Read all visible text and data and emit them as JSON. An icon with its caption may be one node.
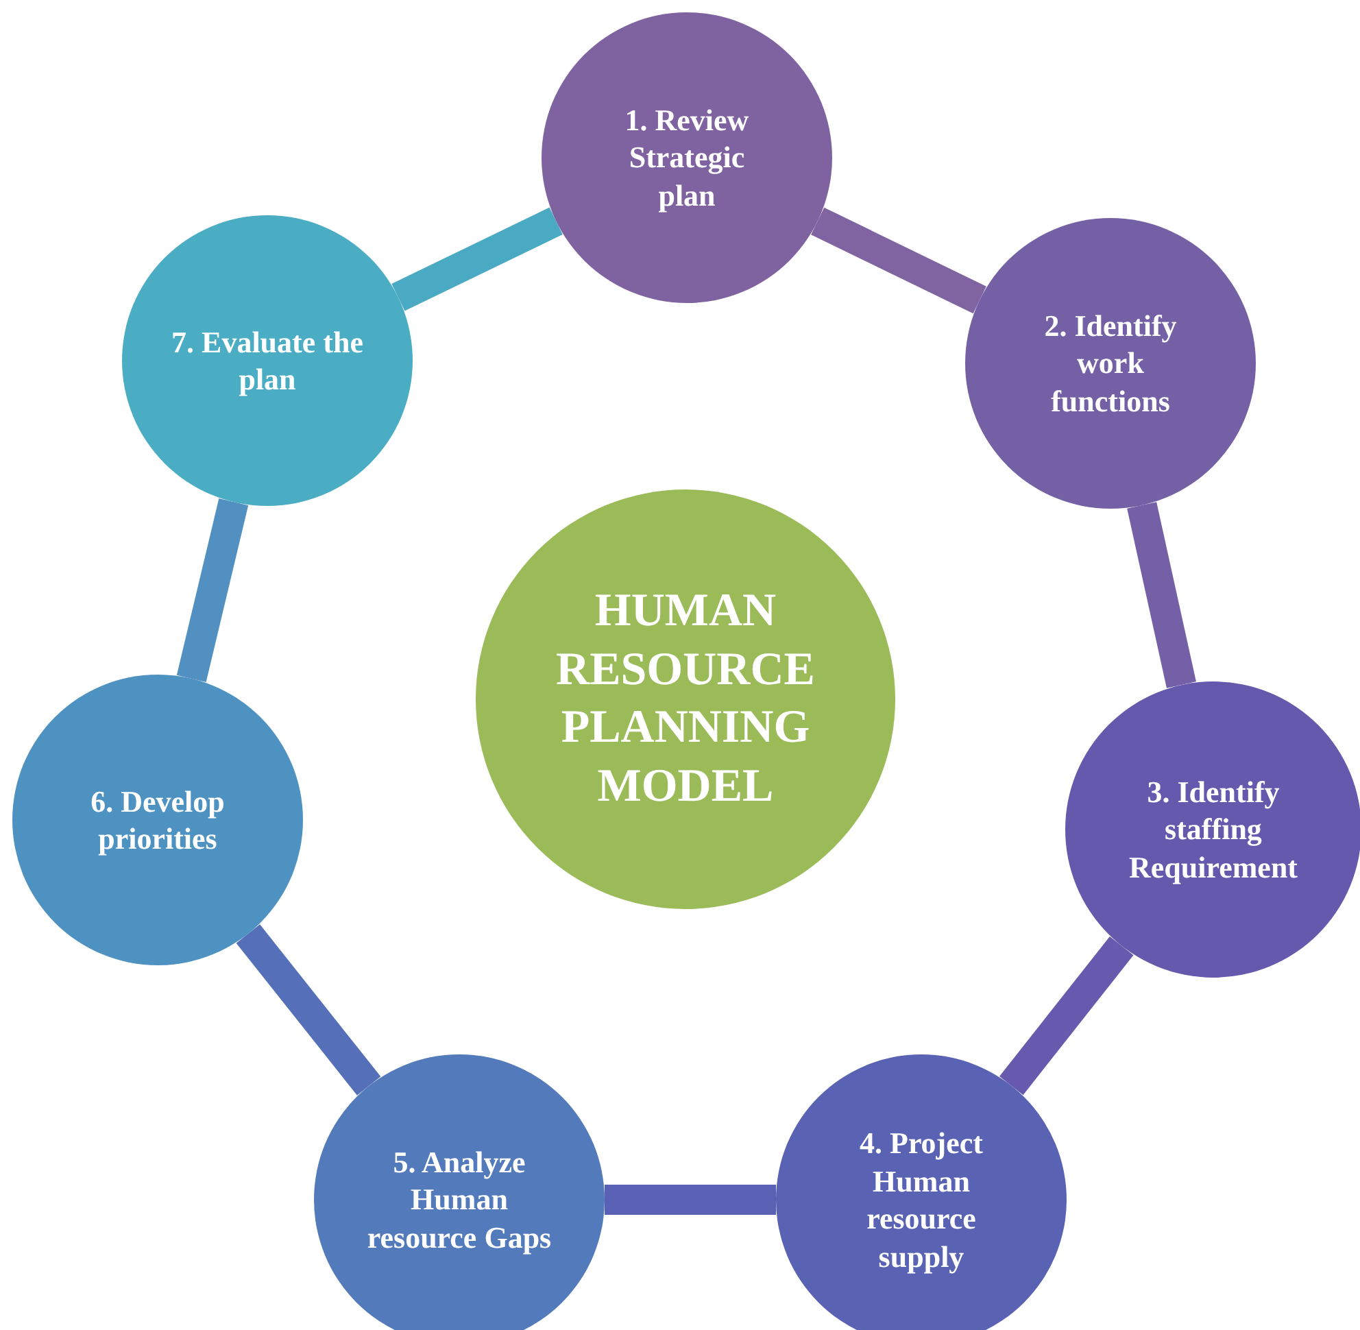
{
  "diagram": {
    "nodes": [
      {
        "text": [
          "1. Review Strategic plan"
        ]
      },
      {
        "text": [
          "2. Identify work functions"
        ]
      },
      {
        "text": [
          "3. Identify staffing Requirement"
        ]
      },
      {
        "text": [
          "4. Project Human resource supply"
        ]
      },
      {
        "text": [
          "5. Analyze Human resource Gaps"
        ]
      },
      {
        "text": [
          "6. Develop priorities"
        ]
      },
      {
        "text": [
          "7. Evaluate the plan"
        ]
      },
      {
        "text": [
          "HUMAN RESOURCE PLANNING MODEL"
        ]
      }
    ],
    "edges": [
      {
        "from": 0,
        "to": 1,
        "arrow": "none",
        "color": "#8064a2"
      },
      {
        "from": 1,
        "to": 2,
        "arrow": "none",
        "color": "#7460a6"
      },
      {
        "from": 2,
        "to": 3,
        "arrow": "none",
        "color": "#675aae"
      },
      {
        "from": 3,
        "to": 4,
        "arrow": "none",
        "color": "#5a60b4"
      },
      {
        "from": 4,
        "to": 5,
        "arrow": "none",
        "color": "#5570b8"
      },
      {
        "from": 5,
        "to": 6,
        "arrow": "none",
        "color": "#5190c0"
      },
      {
        "from": 6,
        "to": 0,
        "arrow": "none",
        "color": "#4aaac3"
      }
    ]
  }
}
